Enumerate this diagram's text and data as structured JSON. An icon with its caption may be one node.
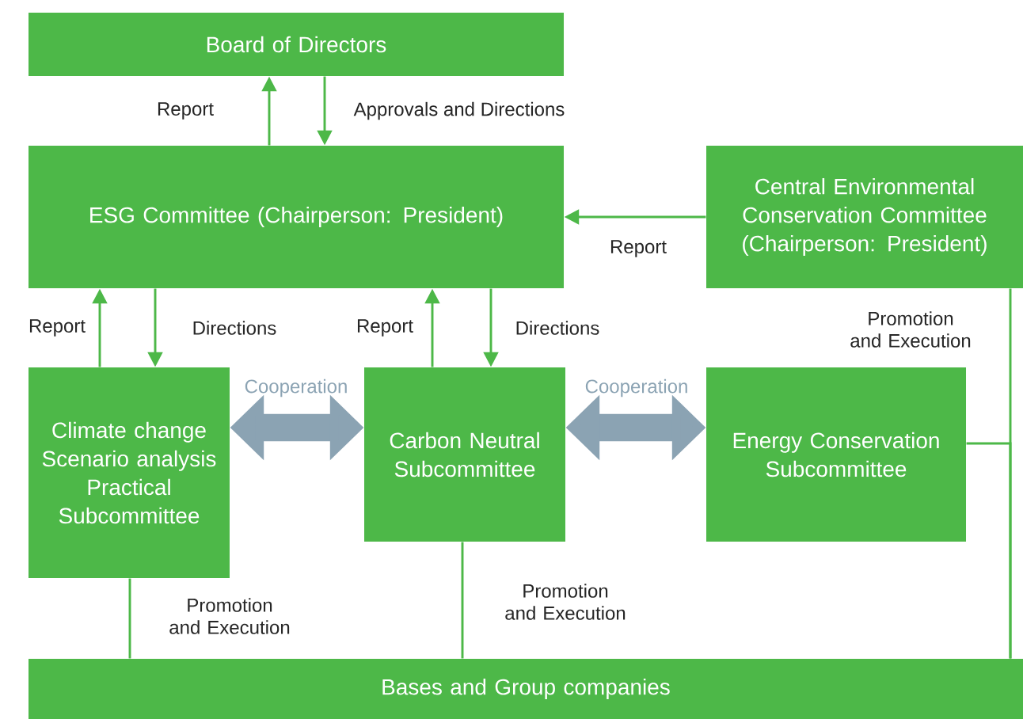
{
  "diagram": {
    "nodes": [
      {
        "text": [
          "Board of Directors"
        ]
      },
      {
        "text": [
          "ESG Committee (Chairperson: President)"
        ]
      },
      {
        "text": [
          "Central Environmental Conservation Committee (Chairperson: President)"
        ]
      },
      {
        "text": [
          "Climate change Scenario analysis Practical Subcommittee"
        ]
      },
      {
        "text": [
          "Carbon Neutral Subcommittee"
        ]
      },
      {
        "text": [
          "Energy Conservation Subcommittee"
        ]
      },
      {
        "text": [
          "Bases and Group companies"
        ]
      }
    ],
    "edges": [
      {
        "from": 1,
        "to": 0,
        "arrow": "to",
        "label": "Report"
      },
      {
        "from": 0,
        "to": 1,
        "arrow": "to",
        "label": "Approvals and Directions"
      },
      {
        "from": 2,
        "to": 1,
        "arrow": "to",
        "label": "Report"
      },
      {
        "from": 3,
        "to": 1,
        "arrow": "to",
        "label": "Report"
      },
      {
        "from": 1,
        "to": 3,
        "arrow": "to",
        "label": "Directions"
      },
      {
        "from": 4,
        "to": 1,
        "arrow": "to",
        "label": "Report"
      },
      {
        "from": 1,
        "to": 4,
        "arrow": "to",
        "label": "Directions"
      },
      {
        "from": 3,
        "to": 4,
        "arrow": "both",
        "label": "Cooperation",
        "style": "thick",
        "color": "#8ba3b3"
      },
      {
        "from": 4,
        "to": 5,
        "arrow": "both",
        "label": "Cooperation",
        "style": "thick",
        "color": "#8ba3b3"
      },
      {
        "from": 3,
        "to": 6,
        "arrow": "none",
        "label": "Promotion and Execution"
      },
      {
        "from": 4,
        "to": 6,
        "arrow": "none",
        "label": "Promotion and Execution"
      },
      {
        "from": 2,
        "to": 6,
        "arrow": "none",
        "label": "Promotion and Execution"
      },
      {
        "from": 5,
        "to": 6,
        "arrow": "none"
      }
    ]
  }
}
